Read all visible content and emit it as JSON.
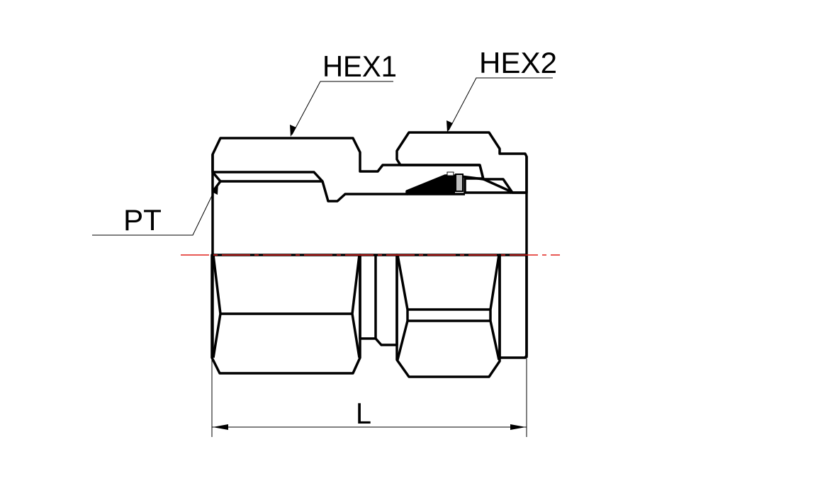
{
  "drawing": {
    "labels": {
      "hex1": "HEX1",
      "hex2": "HEX2",
      "pt": "PT",
      "length": "L"
    },
    "colors": {
      "body_fill": "#FCD307",
      "hatch": "#E0201C",
      "centerline": "#E0201C",
      "outline": "#000000",
      "seal_ring": "#C0C0C0"
    }
  }
}
